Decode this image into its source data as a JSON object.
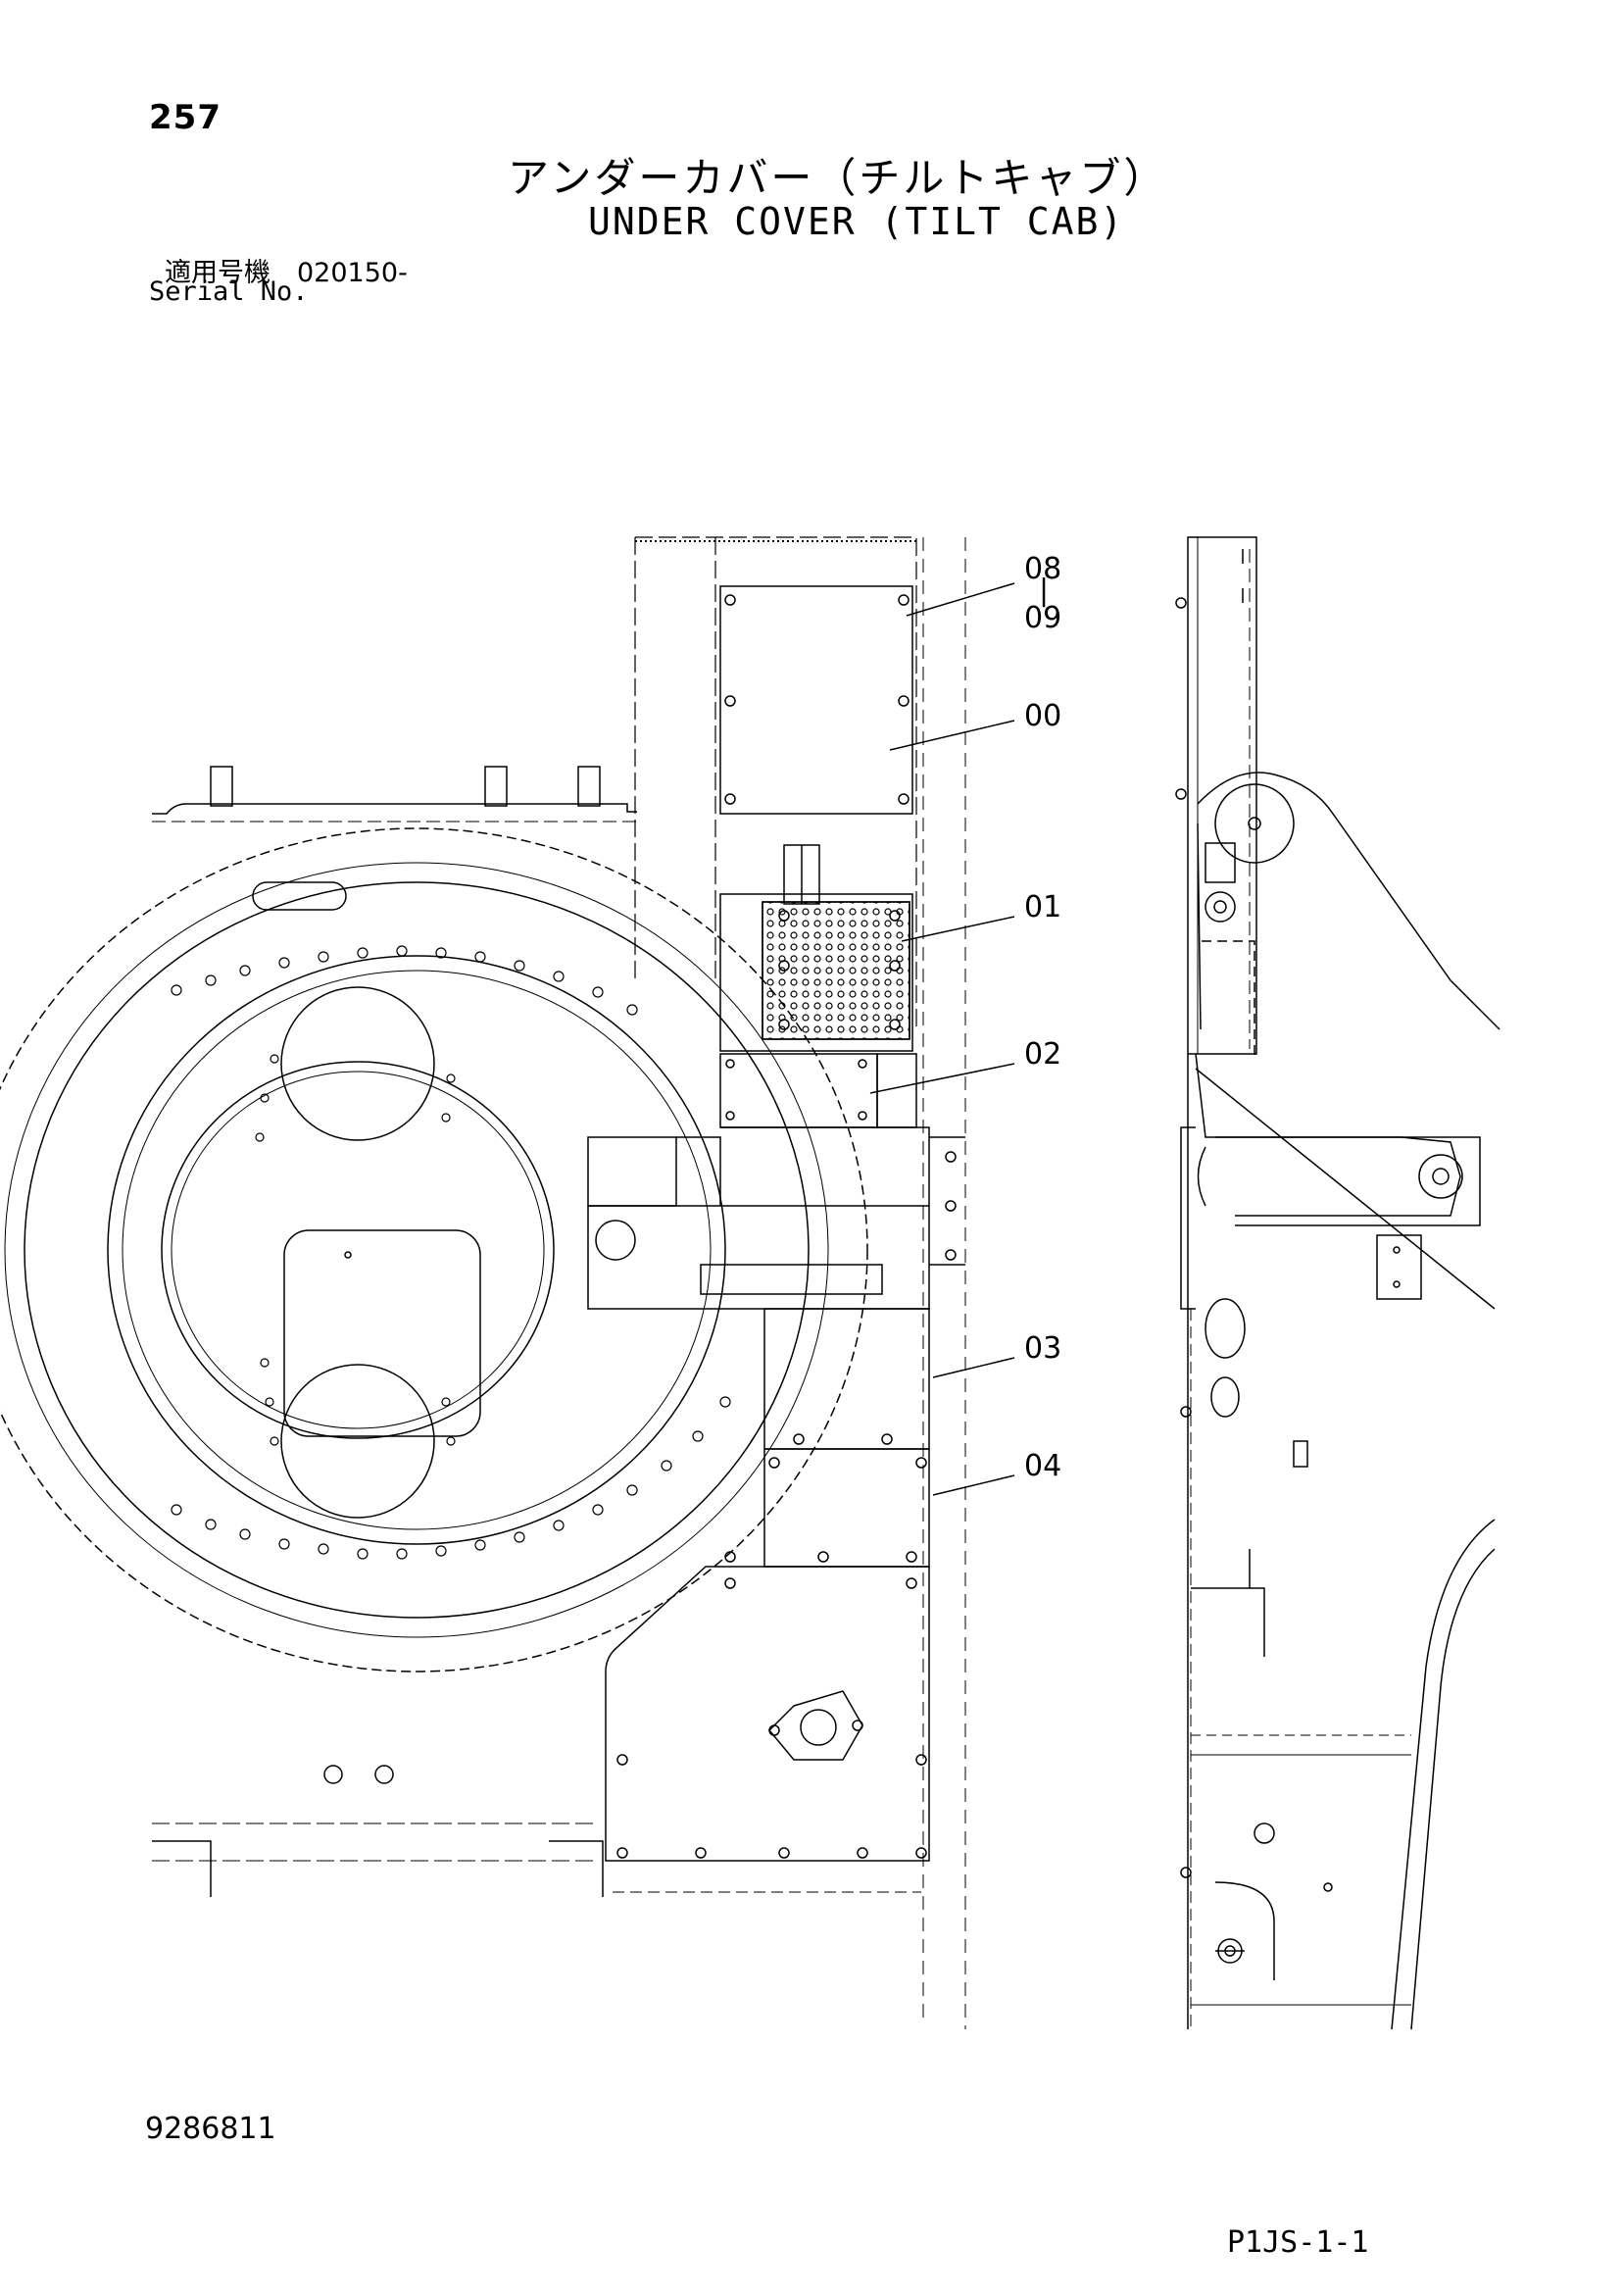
{
  "header": {
    "page_number": "257",
    "title_jp": "アンダーカバー（チルトキャブ）",
    "title_en": "UNDER COVER (TILT CAB)",
    "serial_jp": "適用号機　020150-",
    "serial_en": "Serial No."
  },
  "callouts": {
    "c0809_top": "08",
    "c0809_dash": "|",
    "c0809_bottom": "09",
    "c00": "00",
    "c01": "01",
    "c02": "02",
    "c03": "03",
    "c04": "04"
  },
  "footer": {
    "doc_number": "9286811",
    "sheet_code": "P1JS-1-1"
  }
}
